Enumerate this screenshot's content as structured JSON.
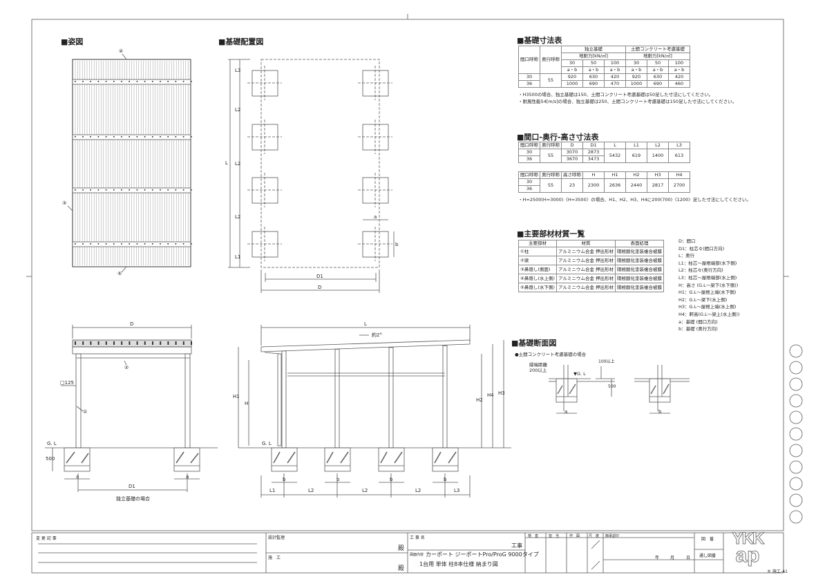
{
  "sections": {
    "elevation_title": "■姿図",
    "layout_title": "■基礎配置図",
    "foundation_table_title": "■基礎寸法表",
    "dimension_table_title": "■間口-奥行-高さ寸法表",
    "materials_title": "■主要部材材質一覧",
    "section_title": "■基礎断面図"
  },
  "foundation_table": {
    "col_width": "間口呼称",
    "col_depth": "奥行呼称",
    "group_independent": "独立基礎",
    "group_earth": "土間コンクリート考慮基礎",
    "bearing_label": "地耐力[kN/㎡]",
    "bearing_values": [
      "30",
      "50",
      "100",
      "30",
      "50",
      "100"
    ],
    "ab_label": "a・b",
    "depth_value": "55",
    "rows": [
      {
        "width": "30",
        "values": [
          "920",
          "630",
          "420",
          "920",
          "630",
          "420"
        ]
      },
      {
        "width": "36",
        "values": [
          "1000",
          "690",
          "470",
          "1000",
          "690",
          "460"
        ]
      }
    ],
    "notes": [
      "・H3500の場合、独立基礎は150、土間コンクリート考慮基礎は50足した寸法にしてください。",
      "・耐風性能54[m/s]の場合、独立基礎は250、土間コンクリート考慮基礎は150足した寸法にしてください。"
    ]
  },
  "dimension_table": {
    "headers1": [
      "間口呼称",
      "奥行呼称",
      "D",
      "D1",
      "L",
      "L1",
      "L2",
      "L3"
    ],
    "widths": [
      "30",
      "36"
    ],
    "depth": "55",
    "D": [
      "3070",
      "3670"
    ],
    "D1": [
      "2873",
      "3473"
    ],
    "L": "5432",
    "L1": "619",
    "L2": "1400",
    "L3": "613",
    "headers2": [
      "間口呼称",
      "奥行呼称",
      "高さ呼称",
      "H",
      "H1",
      "H2",
      "H3",
      "H4"
    ],
    "height_name": "23",
    "H": "2300",
    "H1": "2636",
    "H2": "2440",
    "H3": "2817",
    "H4": "2700",
    "note": "・H=2500(H=3000)〈H=3500〉の場合、H1、H2、H3、H4に200(700)〈1200〉足した寸法にしてください。"
  },
  "materials": {
    "headers": [
      "主要部材",
      "材質",
      "表面処理"
    ],
    "rows": [
      {
        "part": "①柱",
        "material": "アルミニウム合金 押出形材",
        "finish": "陽極酸化塗装複合被膜"
      },
      {
        "part": "②梁",
        "material": "アルミニウム合金 押出形材",
        "finish": "陽極酸化塗装複合被膜"
      },
      {
        "part": "③鼻隠し(側面)",
        "material": "アルミニウム合金 押出形材",
        "finish": "陽極酸化塗装複合被膜"
      },
      {
        "part": "④鼻隠し(水上側)",
        "material": "アルミニウム合金 押出形材",
        "finish": "陽極酸化塗装複合被膜"
      },
      {
        "part": "⑤鼻隠し(水下側)",
        "material": "アルミニウム合金 押出形材",
        "finish": "陽極酸化塗装複合被膜"
      }
    ]
  },
  "legend": [
    "D：間口",
    "D1：柱芯々(間口方向)",
    "L：奥行",
    "L1：柱芯～屋根端部(水下側)",
    "L2：柱芯々(奥行方向)",
    "L3：柱芯～屋根端部(水上側)",
    "H：高さ (G.L～梁下(水下側))",
    "H1：G.L～屋根上端(水下側)",
    "H2：G.L～梁下(水上側)",
    "H3：G.L～屋根上端(水上側)",
    "H4：軒高(G.L～梁上(水上側))",
    "a：基礎 (間口方向)",
    "b：基礎 (奥行方向)"
  ],
  "drawing_labels": {
    "c1": "①",
    "c2": "②",
    "c3": "③",
    "c4": "④",
    "c5": "⑤",
    "L": "L",
    "L1": "L1",
    "L2": "L2",
    "L3": "L3",
    "D": "D",
    "D1": "D1",
    "a": "a",
    "b": "b",
    "H": "H",
    "H1": "H1",
    "H2": "H2",
    "H3": "H3",
    "H4": "H4",
    "GL": "G. L",
    "GL2": "▼G. L",
    "post_size": "□125",
    "depth500": "500",
    "slope": "約2°",
    "independent_caption": "独立基礎の場合",
    "section_caption": "●土間コンクリート考慮基礎の場合",
    "edge_distance": "縁端距離\n200以上",
    "edge_distance_1": "縁端距離",
    "edge_distance_2": "200以上",
    "over100": "100以上"
  },
  "title_block": {
    "revision": "変 更 記 事",
    "supervisor": "設計監理",
    "construction": "施　工",
    "honorific": "殿",
    "project_name_label": "工 事 名",
    "project_suffix": "工事",
    "drawing_content_label": "図面内容",
    "drawing_content_1": "カーポート ジーポートPro/ProG 9000タイプ",
    "drawing_content_2": "1台用 単体 柱8本仕様 納まり図",
    "inspect": "検　査",
    "charge": "担　当",
    "draft": "作　図",
    "scale": "尺　度",
    "approval": "御承認印",
    "year": "年",
    "month": "月",
    "day": "日",
    "drawing_no": "図　番",
    "serial_no": "通し図番",
    "logo_top": "YKK",
    "logo_bottom": "ap",
    "sheet": "® 施エ-A1"
  }
}
